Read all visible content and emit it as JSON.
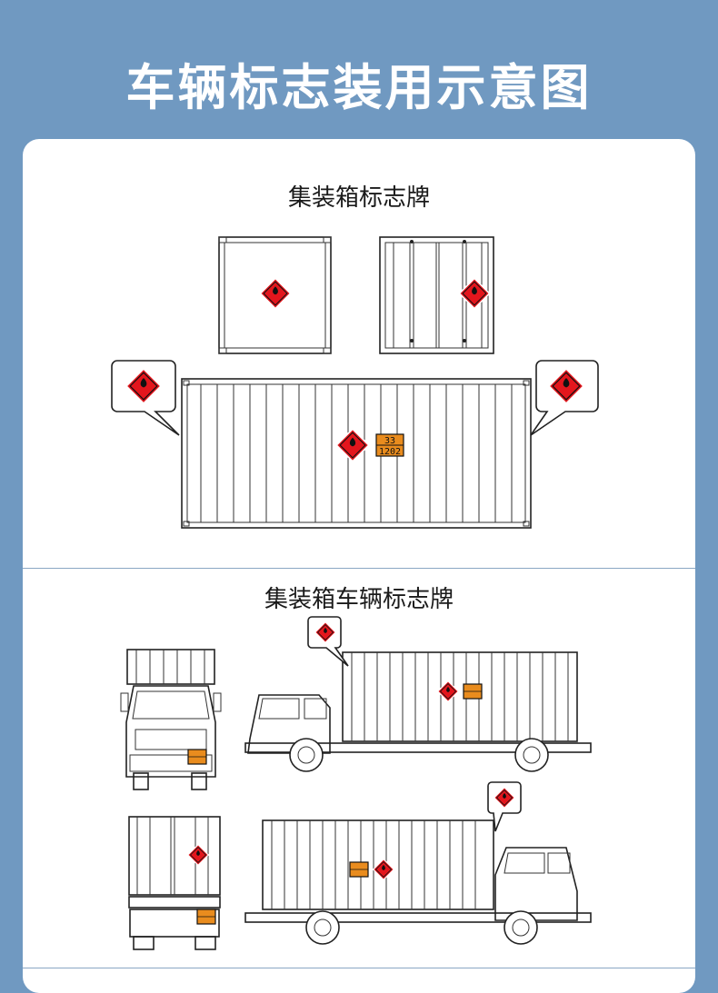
{
  "page_title": "车辆标志装用示意图",
  "sections": [
    {
      "title": "集装箱标志牌"
    },
    {
      "title": "集装箱车辆标志牌"
    }
  ],
  "placard": {
    "label_color": "#e3161d",
    "plate_color": "#e98c1e",
    "hazard_id": "33",
    "un_number": "1202"
  },
  "colors": {
    "background": "#7099c1",
    "card": "#ffffff"
  }
}
